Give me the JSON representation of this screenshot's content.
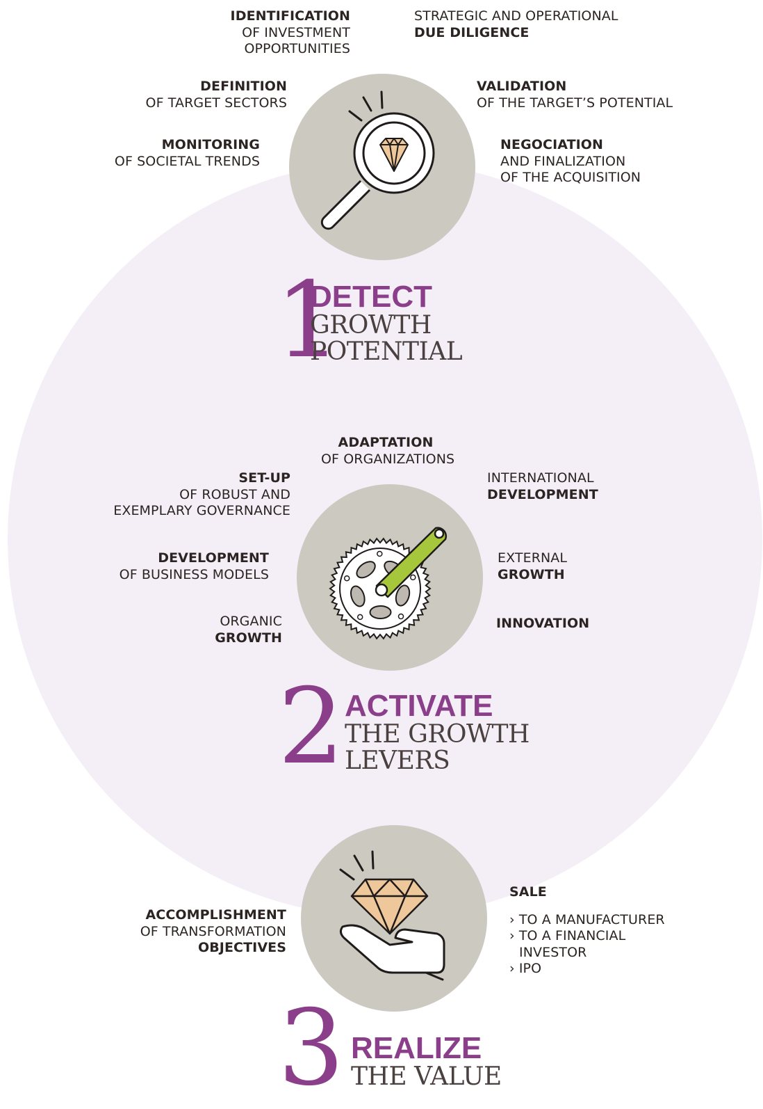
{
  "step1": {
    "number": "1",
    "heading": "DETECT",
    "sub1": "GROWTH",
    "sub2": "POTENTIAL",
    "icon": "magnifier-diamond-icon",
    "labels": {
      "identification": {
        "bold": "IDENTIFICATION",
        "line1": "OF INVESTMENT",
        "line2": "OPPORTUNITIES"
      },
      "due_diligence": {
        "line1": "STRATEGIC AND OPERATIONAL",
        "bold": "DUE DILIGENCE"
      },
      "definition": {
        "bold": "DEFINITION",
        "line1": "OF TARGET SECTORS"
      },
      "validation": {
        "bold": "VALIDATION",
        "line1": "OF THE TARGET’S POTENTIAL"
      },
      "monitoring": {
        "bold": "MONITORING",
        "line1": "OF SOCIETAL TRENDS"
      },
      "negociation": {
        "bold": "NEGOCIATION",
        "line1": "AND FINALIZATION",
        "line2": "OF THE ACQUISITION"
      }
    }
  },
  "step2": {
    "number": "2",
    "heading": "ACTIVATE",
    "sub1": "THE GROWTH",
    "sub2": "LEVERS",
    "icon": "crankset-gear-icon",
    "labels": {
      "adaptation": {
        "bold": "ADAPTATION",
        "line1": "OF ORGANIZATIONS"
      },
      "setup": {
        "bold": "SET-UP",
        "line1": "OF ROBUST AND",
        "line2": "EXEMPLARY GOVERNANCE"
      },
      "international": {
        "line1": "INTERNATIONAL",
        "bold": "DEVELOPMENT"
      },
      "development": {
        "bold": "DEVELOPMENT",
        "line1": "OF BUSINESS MODELS"
      },
      "external": {
        "line1": "EXTERNAL",
        "bold": "GROWTH"
      },
      "organic": {
        "line1": "ORGANIC",
        "bold": "GROWTH"
      },
      "innovation": {
        "bold": "INNOVATION"
      }
    }
  },
  "step3": {
    "number": "3",
    "heading": "REALIZE",
    "sub1": "THE VALUE",
    "icon": "hand-holding-diamond-icon",
    "labels": {
      "accomplishment": {
        "bold": "ACCOMPLISHMENT",
        "line1": "OF TRANSFORMATION",
        "bold2": "OBJECTIVES"
      },
      "sale": {
        "bold": "SALE",
        "items": [
          "› TO A MANUFACTURER",
          "› TO A FINANCIAL",
          "INVESTOR",
          "› IPO"
        ]
      }
    }
  },
  "colors": {
    "purple": "#8b3f8a",
    "disc": "#ccc9c0",
    "big_circle": "#f4eff6",
    "diamond": "#eec79a",
    "crank_green": "#a6c63c"
  }
}
